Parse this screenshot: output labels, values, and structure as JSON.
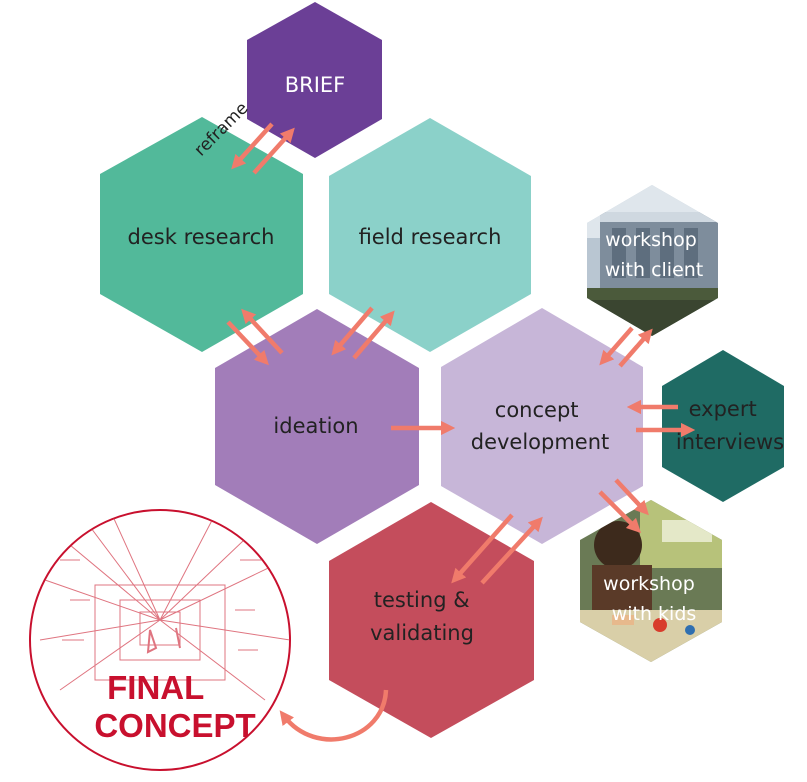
{
  "nodes": {
    "brief": "BRIEF",
    "desk_research": "desk research",
    "field_research": "field research",
    "ideation": "ideation",
    "concept_development": [
      "concept",
      "development"
    ],
    "workshop_client": [
      "workshop",
      "with client"
    ],
    "expert_interviews": [
      "expert",
      "interviews"
    ],
    "testing_validating": [
      "testing &",
      "validating"
    ],
    "workshop_kids": [
      "workshop",
      "with kids"
    ],
    "final_concept": [
      "FINAL",
      "CONCEPT"
    ]
  },
  "annotations": {
    "reframe": "reframe"
  },
  "colors": {
    "brief": "#6b3f96",
    "desk_research": "#52b99a",
    "field_research": "#8bd1c9",
    "ideation": "#a27db9",
    "concept_development": "#c7b6d8",
    "expert_interviews": "#1f6b64",
    "testing_validating": "#c44d5c",
    "workshop_client_photo": "#8a9aa8",
    "workshop_kids_photo": "#8a6a3e",
    "arrow": "#f07b6b",
    "final_concept": "#c8102e"
  }
}
